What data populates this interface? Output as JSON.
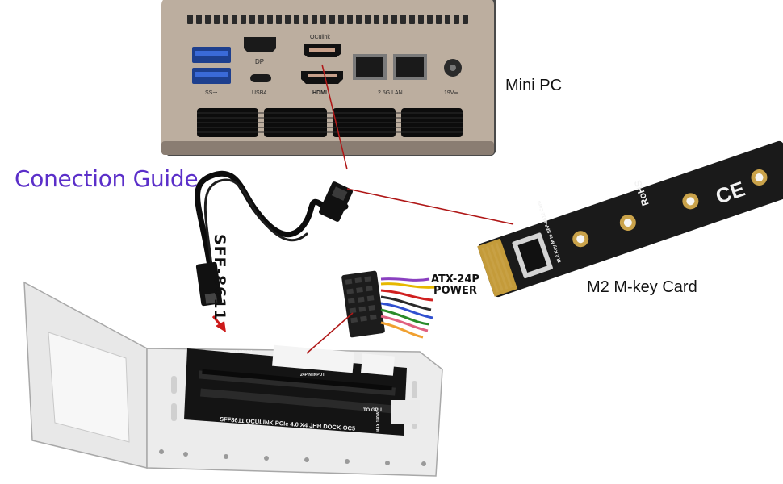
{
  "title": "Conection Guide",
  "labels": {
    "mini_pc": "Mini PC",
    "m2_card": "M2 M-key Card",
    "cable": "SFF-8611",
    "power_line1": "ATX-24P",
    "power_line2": "POWER"
  },
  "mini_pc_ports": {
    "usb": "SS⇀",
    "dp": "DP",
    "usb4": "USB4",
    "oculink": "OCulink",
    "hdmi": "HDMI",
    "lan": "2.5G LAN",
    "power": "19V═"
  },
  "m2_card_text": {
    "rohs": "RoHS",
    "ce": "CE",
    "silk": "M.2 Key M to SFF-8612 Card"
  },
  "dock_board_text": {
    "main": "SFF8611 OCULINK  PCIe 4.0  X4  JHH DOCK-OC5",
    "connector": "OCULINK X4",
    "power_in": "24PIN INPUT",
    "to_gpu": "TO GPU",
    "max": "MAX 180W"
  },
  "colors": {
    "title": "#5b2fc9",
    "connector_lines": "#b01818",
    "pc_body": "#b5a59a",
    "pcb": "#181818"
  }
}
